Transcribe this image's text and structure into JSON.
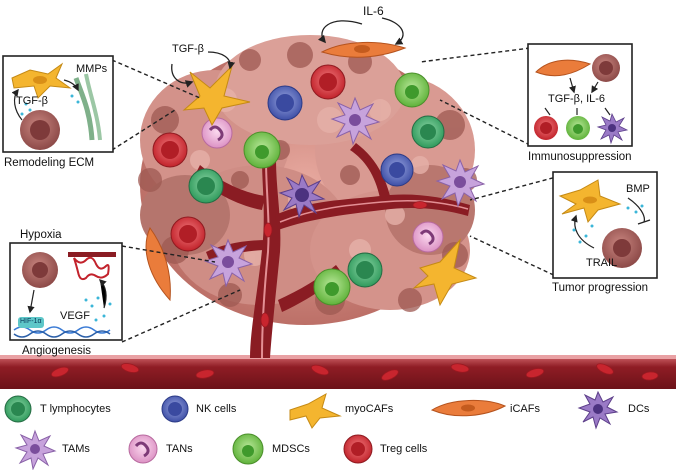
{
  "annotations": {
    "il6_top": "IL-6",
    "tgfb_top": "TGF-β"
  },
  "panels": {
    "ecm": {
      "title": "Remodeling ECM",
      "tgfb": "TGF-β",
      "mmps": "MMPs"
    },
    "immuno": {
      "title": "Immunosuppression",
      "factors": "TGF-β, IL-6"
    },
    "angio": {
      "title": "Angiogenesis",
      "hypoxia": "Hypoxia",
      "vegf": "VEGF",
      "hif": "HIF-1α"
    },
    "tumor": {
      "title": "Tumor progression",
      "bmp": "BMP",
      "trail": "TRAIL"
    }
  },
  "legend": [
    {
      "label": "T lymphocytes",
      "icon": "t-lymphocyte-icon",
      "color": "#3daa6d"
    },
    {
      "label": "NK cells",
      "icon": "nk-cell-icon",
      "color": "#4f5fb5"
    },
    {
      "label": "myoCAFs",
      "icon": "myocaf-icon",
      "color": "#f2b230"
    },
    {
      "label": "iCAFs",
      "icon": "icaf-icon",
      "color": "#e8773a"
    },
    {
      "label": "DCs",
      "icon": "dc-icon",
      "color": "#8e6bb8"
    },
    {
      "label": "TAMs",
      "icon": "tam-icon",
      "color": "#b08ac9"
    },
    {
      "label": "TANs",
      "icon": "tan-icon",
      "color": "#e9a8d2"
    },
    {
      "label": "MDSCs",
      "icon": "mdsc-icon",
      "color": "#78c453"
    },
    {
      "label": "Treg cells",
      "icon": "treg-icon",
      "color": "#d6343a"
    }
  ],
  "colors": {
    "vessel": "#8a1c23",
    "vessel_light": "#c65a5f",
    "tumor": "#d89a90",
    "tumor_dark": "#b36e66"
  }
}
